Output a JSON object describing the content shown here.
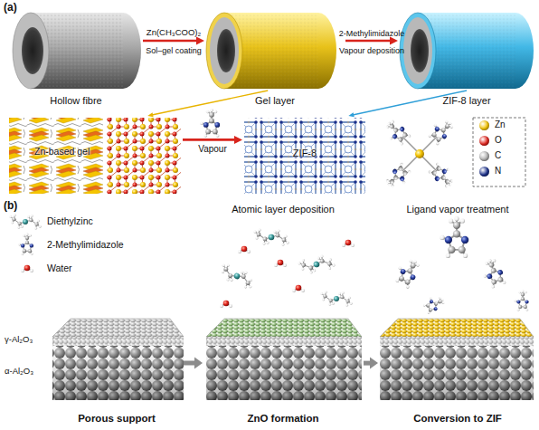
{
  "diagram": {
    "nodes": [
      {
        "text": [
          "Hollow fibre"
        ]
      },
      {
        "text": [
          "Gel layer"
        ]
      },
      {
        "text": [
          "ZIF-8 layer"
        ]
      },
      {
        "text": [
          "Zn-based gel"
        ]
      },
      {
        "text": [
          "ZIF-8"
        ]
      },
      {
        "text": [
          "Porous support"
        ]
      },
      {
        "text": [
          "Atomic layer deposition",
          "ZnO formation"
        ]
      },
      {
        "text": [
          "Ligand vapor treatment",
          "Conversion to ZIF"
        ]
      }
    ],
    "edges": [
      {
        "from": 0,
        "to": 1,
        "arrow": "to",
        "label": "Zn(CH₃COO)₂"
      },
      {
        "from": 1,
        "to": 2,
        "arrow": "to",
        "label": "2-Methylimidazole"
      },
      {
        "from": 1,
        "to": 3,
        "arrow": "to"
      },
      {
        "from": 2,
        "to": 4,
        "arrow": "to"
      },
      {
        "from": 3,
        "to": 4,
        "arrow": "to",
        "label": "Vapour"
      },
      {
        "from": 5,
        "to": 6,
        "arrow": "to"
      },
      {
        "from": 6,
        "to": 7,
        "arrow": "to"
      }
    ],
    "labels": [
      "(a)",
      "Sol–gel coating",
      "Vapour deposition",
      "(b)",
      "Diethylzinc",
      "2-Methylimidazole",
      "Water",
      "γ-Al₂O₃",
      "α-Al₂O₃"
    ],
    "legend": [
      {
        "text": "Zn",
        "color": "#f2c200"
      },
      {
        "text": "O",
        "color": "#e0231b"
      },
      {
        "text": "C",
        "color": "#b0b0b0"
      },
      {
        "text": "N",
        "color": "#1a2f8a"
      }
    ]
  }
}
